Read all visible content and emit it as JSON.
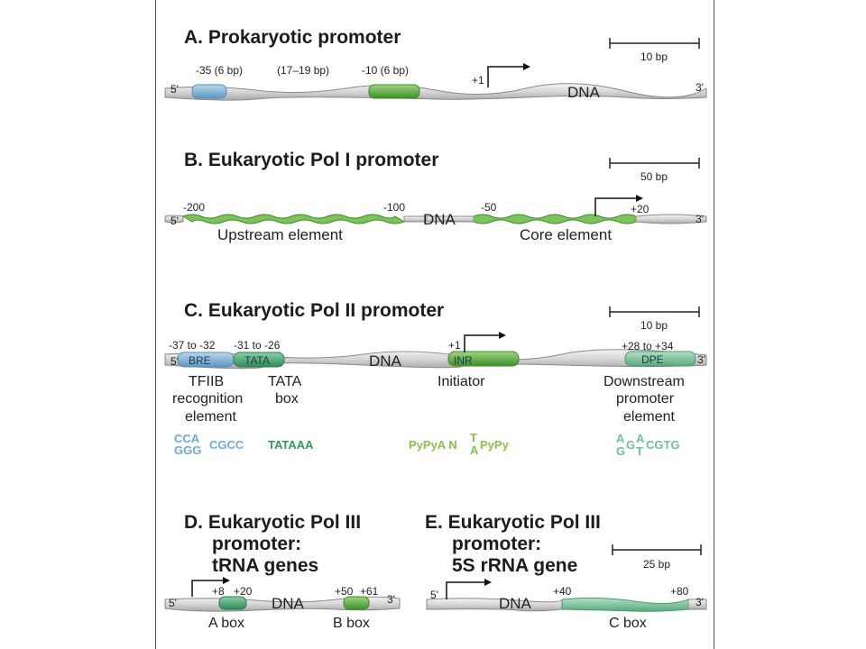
{
  "colors": {
    "blue_element": "#7fb3d5",
    "green_element": "#5aa83c",
    "dark_green_element": "#3e9a5a",
    "light_green_element": "#7fc97f",
    "dna_gray": "#d9d9d9",
    "dna_outline": "#8a8a8a",
    "bre_seq": "#6aaed6",
    "tata_seq": "#2e9e4f",
    "inr_seq": "#86c447",
    "dpe_seq": "#6cc29a"
  },
  "panelA": {
    "title": "A. Prokaryotic promoter",
    "scale": "10 bp",
    "five": "5'",
    "three": "3'",
    "m35": "-35 (6 bp)",
    "spacer": "(17–19 bp)",
    "m10": "-10 (6 bp)",
    "plus1": "+1",
    "dna": "DNA"
  },
  "panelB": {
    "title": "B. Eukaryotic Pol I promoter",
    "scale": "50 bp",
    "five": "5'",
    "three": "3'",
    "m200": "-200",
    "m100": "-100",
    "m50": "-50",
    "p20": "+20",
    "dna": "DNA",
    "upstream": "Upstream element",
    "core": "Core element"
  },
  "panelC": {
    "title": "C. Eukaryotic Pol II promoter",
    "scale": "10 bp",
    "five": "5'",
    "three": "3'",
    "bre_pos": "-37 to -32",
    "tata_pos": "-31 to -26",
    "plus1": "+1",
    "dpe_pos": "+28 to +34",
    "bre": "BRE",
    "tata": "TATA",
    "inr": "INR",
    "dpe": "DPE",
    "dna": "DNA",
    "tfiib_1": "TFIIB",
    "tfiib_2": "recognition",
    "tfiib_3": "element",
    "tatabox_1": "TATA",
    "tatabox_2": "box",
    "initiator": "Initiator",
    "dpe_1": "Downstream",
    "dpe_2": "promoter",
    "dpe_3": "element",
    "seq_bre_top": "CCA",
    "seq_bre_bot": "GGG",
    "seq_bre_rest": "CGCC",
    "seq_tata": "TATAAA",
    "seq_inr_a": "PyPyA N",
    "seq_inr_top": "T",
    "seq_inr_bot": "A",
    "seq_inr_b": "PyPy",
    "seq_dpe_1top": "A",
    "seq_dpe_1bot": "G",
    "seq_dpe_g": "G",
    "seq_dpe_2top": "A",
    "seq_dpe_2bot": "T",
    "seq_dpe_rest": "CGTG"
  },
  "panelD": {
    "title_1": "D. Eukaryotic Pol III",
    "title_2": "promoter:",
    "title_3": "tRNA genes",
    "five": "5'",
    "three": "3'",
    "p8": "+8",
    "p20": "+20",
    "p50": "+50",
    "p61": "+61",
    "dna": "DNA",
    "abox": "A box",
    "bbox": "B box"
  },
  "panelE": {
    "title_1": "E. Eukaryotic Pol III",
    "title_2": "promoter:",
    "title_3": "5S rRNA gene",
    "scale": "25 bp",
    "five": "5'",
    "three": "3'",
    "p40": "+40",
    "p80": "+80",
    "dna": "DNA",
    "cbox": "C box"
  }
}
